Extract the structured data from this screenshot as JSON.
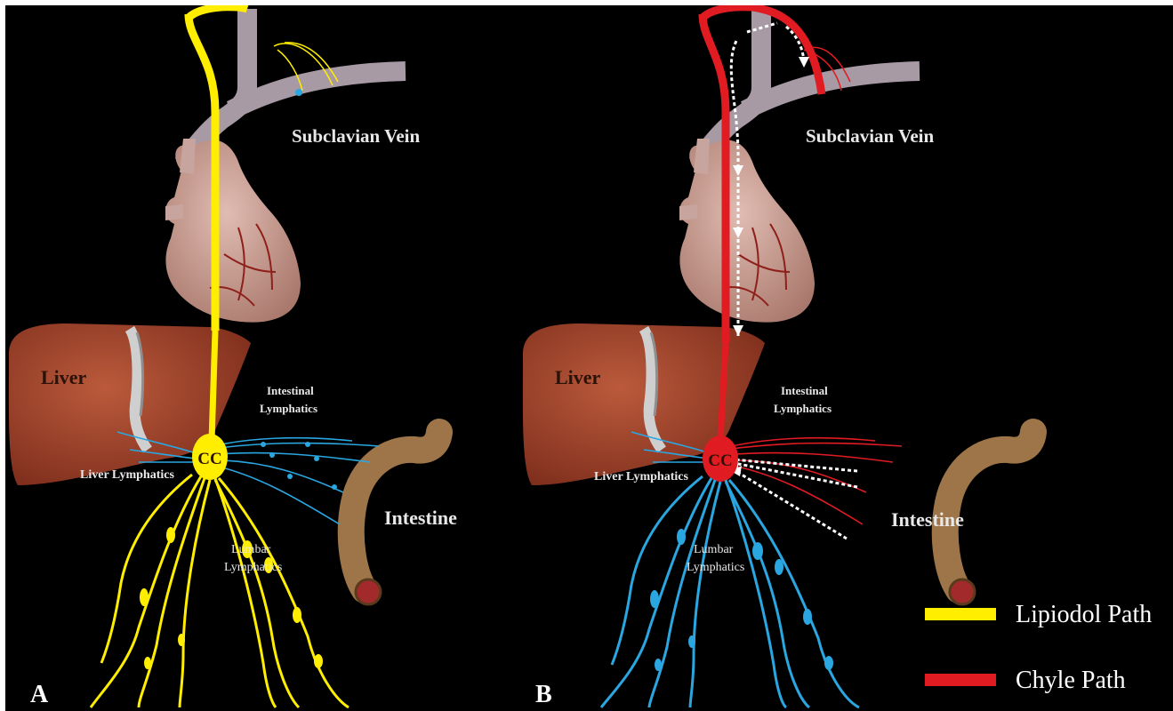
{
  "panels": [
    {
      "letter": "A",
      "labels": {
        "subclavian_vein": "Subclavian Vein",
        "liver": "Liver",
        "intestinal_lymphatics_line1": "Intestinal",
        "intestinal_lymphatics_line2": "Lymphatics",
        "cc": "CC",
        "liver_lymphatics": "Liver Lymphatics",
        "intestine": "Intestine",
        "lumbar_lymphatics_line1": "Lumbar",
        "lumbar_lymphatics_line2": "Lymphatics"
      }
    },
    {
      "letter": "B",
      "labels": {
        "subclavian_vein": "Subclavian Vein",
        "liver": "Liver",
        "intestinal_lymphatics_line1": "Intestinal",
        "intestinal_lymphatics_line2": "Lymphatics",
        "cc": "CC",
        "liver_lymphatics": "Liver Lymphatics",
        "intestine": "Intestine",
        "lumbar_lymphatics_line1": "Lumbar",
        "lumbar_lymphatics_line2": "Lymphatics"
      }
    }
  ],
  "legend": {
    "items": [
      {
        "label": "Lipiodol Path",
        "color": "#ffee00"
      },
      {
        "label": "Chyle Path",
        "color": "#e11b22"
      }
    ]
  },
  "colors": {
    "lipiodol": "#ffee00",
    "chyle": "#e11b22",
    "lymph_blue": "#2aa6e0",
    "vein": "#a89aa4",
    "liver": "#a4452c",
    "heart": "#c99c90",
    "intestine": "#9d7549"
  }
}
